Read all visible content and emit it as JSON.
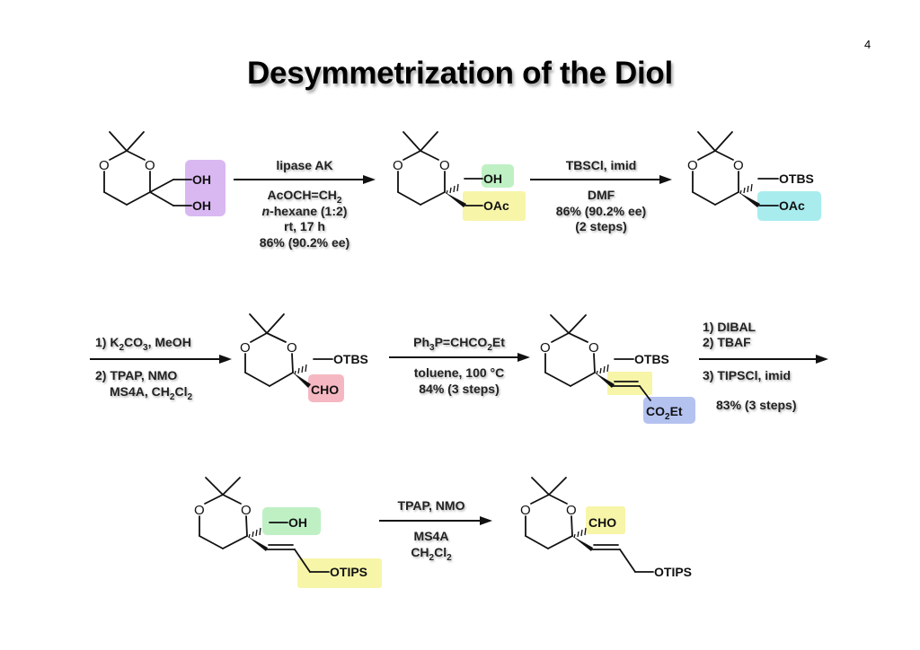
{
  "page_number": "4",
  "title": "Desymmetrization of the Diol",
  "colors": {
    "purple_highlight": "#d9b8f2",
    "green_highlight": "#bff0c4",
    "yellow_highlight": "#f7f5a8",
    "cyan_highlight": "#a8ecee",
    "red_highlight": "#f5b8c2",
    "blue_highlight": "#b4c2f0"
  },
  "atoms": {
    "O": "O"
  },
  "compounds": [
    {
      "id": "diol",
      "labels": [
        "OH",
        "OH"
      ],
      "highlight": "purple"
    },
    {
      "id": "monoacetate",
      "labels": [
        "OH",
        "OAc"
      ],
      "highlights": [
        "green",
        "yellow"
      ]
    },
    {
      "id": "tbs-acetate",
      "labels": [
        "OTBS",
        "OAc"
      ],
      "highlights": [
        "none",
        "cyan"
      ]
    },
    {
      "id": "aldehyde",
      "labels": [
        "OTBS",
        "CHO"
      ],
      "highlights": [
        "none",
        "red"
      ]
    },
    {
      "id": "enoate",
      "labels": [
        "OTBS",
        "CO",
        "2",
        "Et"
      ],
      "highlights": [
        "yellow-alkene",
        "blue"
      ]
    },
    {
      "id": "allylic-alcohol",
      "labels": [
        "OH",
        "OTIPS"
      ],
      "highlights": [
        "green",
        "yellow"
      ]
    },
    {
      "id": "final-aldehyde",
      "labels": [
        "CHO",
        "OTIPS"
      ],
      "highlights": [
        "yellow",
        "none"
      ]
    }
  ],
  "steps": [
    {
      "above": [
        "lipase AK"
      ],
      "below": [
        "AcOCH=CH2",
        "n-hexane (1:2)",
        "rt, 17 h",
        "86% (90.2% ee)"
      ]
    },
    {
      "above": [
        "TBSCl, imid"
      ],
      "below": [
        "DMF",
        "86% (90.2% ee)",
        "(2 steps)"
      ]
    },
    {
      "above": [
        "1) K2CO3, MeOH"
      ],
      "below": [
        "2) TPAP, NMO",
        "MS4A, CH2Cl2"
      ]
    },
    {
      "above": [
        "Ph3P=CHCO2Et"
      ],
      "below": [
        "toluene, 100 °C",
        "84% (3 steps)"
      ]
    },
    {
      "above": [
        "1) DIBAL",
        "2) TBAF"
      ],
      "below": [
        "3) TIPSCl, imid",
        "83% (3 steps)"
      ]
    },
    {
      "above": [
        "TPAP, NMO"
      ],
      "below": [
        "MS4A",
        "CH2Cl2"
      ]
    }
  ],
  "text": {
    "s1_above": "lipase AK",
    "s1_b1a": "AcOCH=CH",
    "s1_b1sub": "2",
    "s1_b2a": "n",
    "s1_b2b": "-hexane (1:2)",
    "s1_b3": "rt, 17 h",
    "s1_b4": "86% (90.2% ee)",
    "s2_above": "TBSCl, imid",
    "s2_b1": "DMF",
    "s2_b2": "86% (90.2% ee)",
    "s2_b3": "(2 steps)",
    "s3_a1": "1) K",
    "s3_a1sub1": "2",
    "s3_a1b": "CO",
    "s3_a1sub2": "3",
    "s3_a1c": ", MeOH",
    "s3_b1": "2) TPAP, NMO",
    "s3_b2a": "MS4A, CH",
    "s3_b2sub1": "2",
    "s3_b2b": "Cl",
    "s3_b2sub2": "2",
    "s4_a1": "Ph",
    "s4_a1sub1": "3",
    "s4_a1b": "P=CHCO",
    "s4_a1sub2": "2",
    "s4_a1c": "Et",
    "s4_b1": "toluene, 100 °C",
    "s4_b2": "84% (3 steps)",
    "s5_a1": "1) DIBAL",
    "s5_a2": "2) TBAF",
    "s5_b1": "3) TIPSCl, imid",
    "s5_b2": "83% (3 steps)",
    "s6_above": "TPAP, NMO",
    "s6_b1": "MS4A",
    "s6_b2a": "CH",
    "s6_b2sub1": "2",
    "s6_b2b": "Cl",
    "s6_b2sub2": "2",
    "oh": "OH",
    "oac": "OAc",
    "otbs": "OTBS",
    "cho": "CHO",
    "co": "CO",
    "two": "2",
    "et": "Et",
    "otips": "OTIPS",
    "o": "O"
  }
}
